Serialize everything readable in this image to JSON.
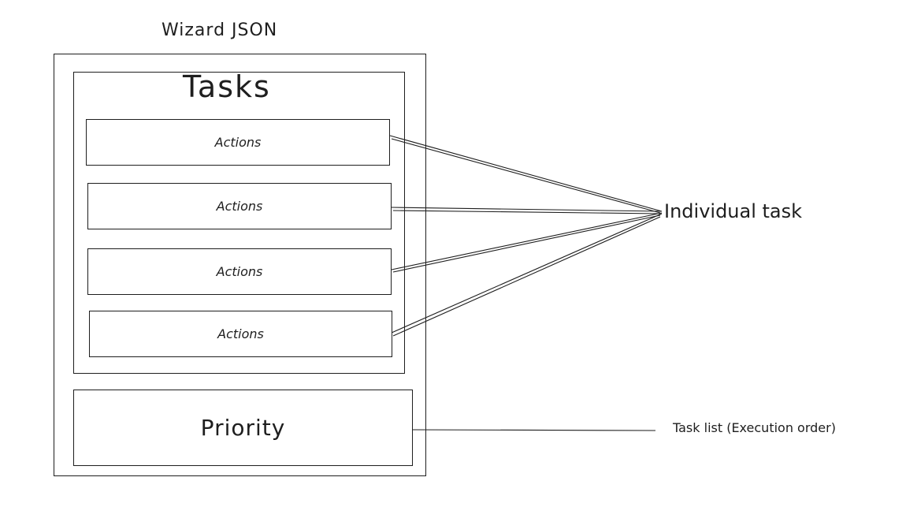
{
  "diagram": {
    "title": "Wizard JSON",
    "tasks_label": "Tasks",
    "actions": [
      {
        "label": "Actions"
      },
      {
        "label": "Actions"
      },
      {
        "label": "Actions"
      },
      {
        "label": "Actions"
      }
    ],
    "priority_label": "Priority",
    "individual_task_label": "Individual task",
    "task_list_label": "Task list (Execution order)",
    "stroke_color": "#1e1e1e"
  }
}
